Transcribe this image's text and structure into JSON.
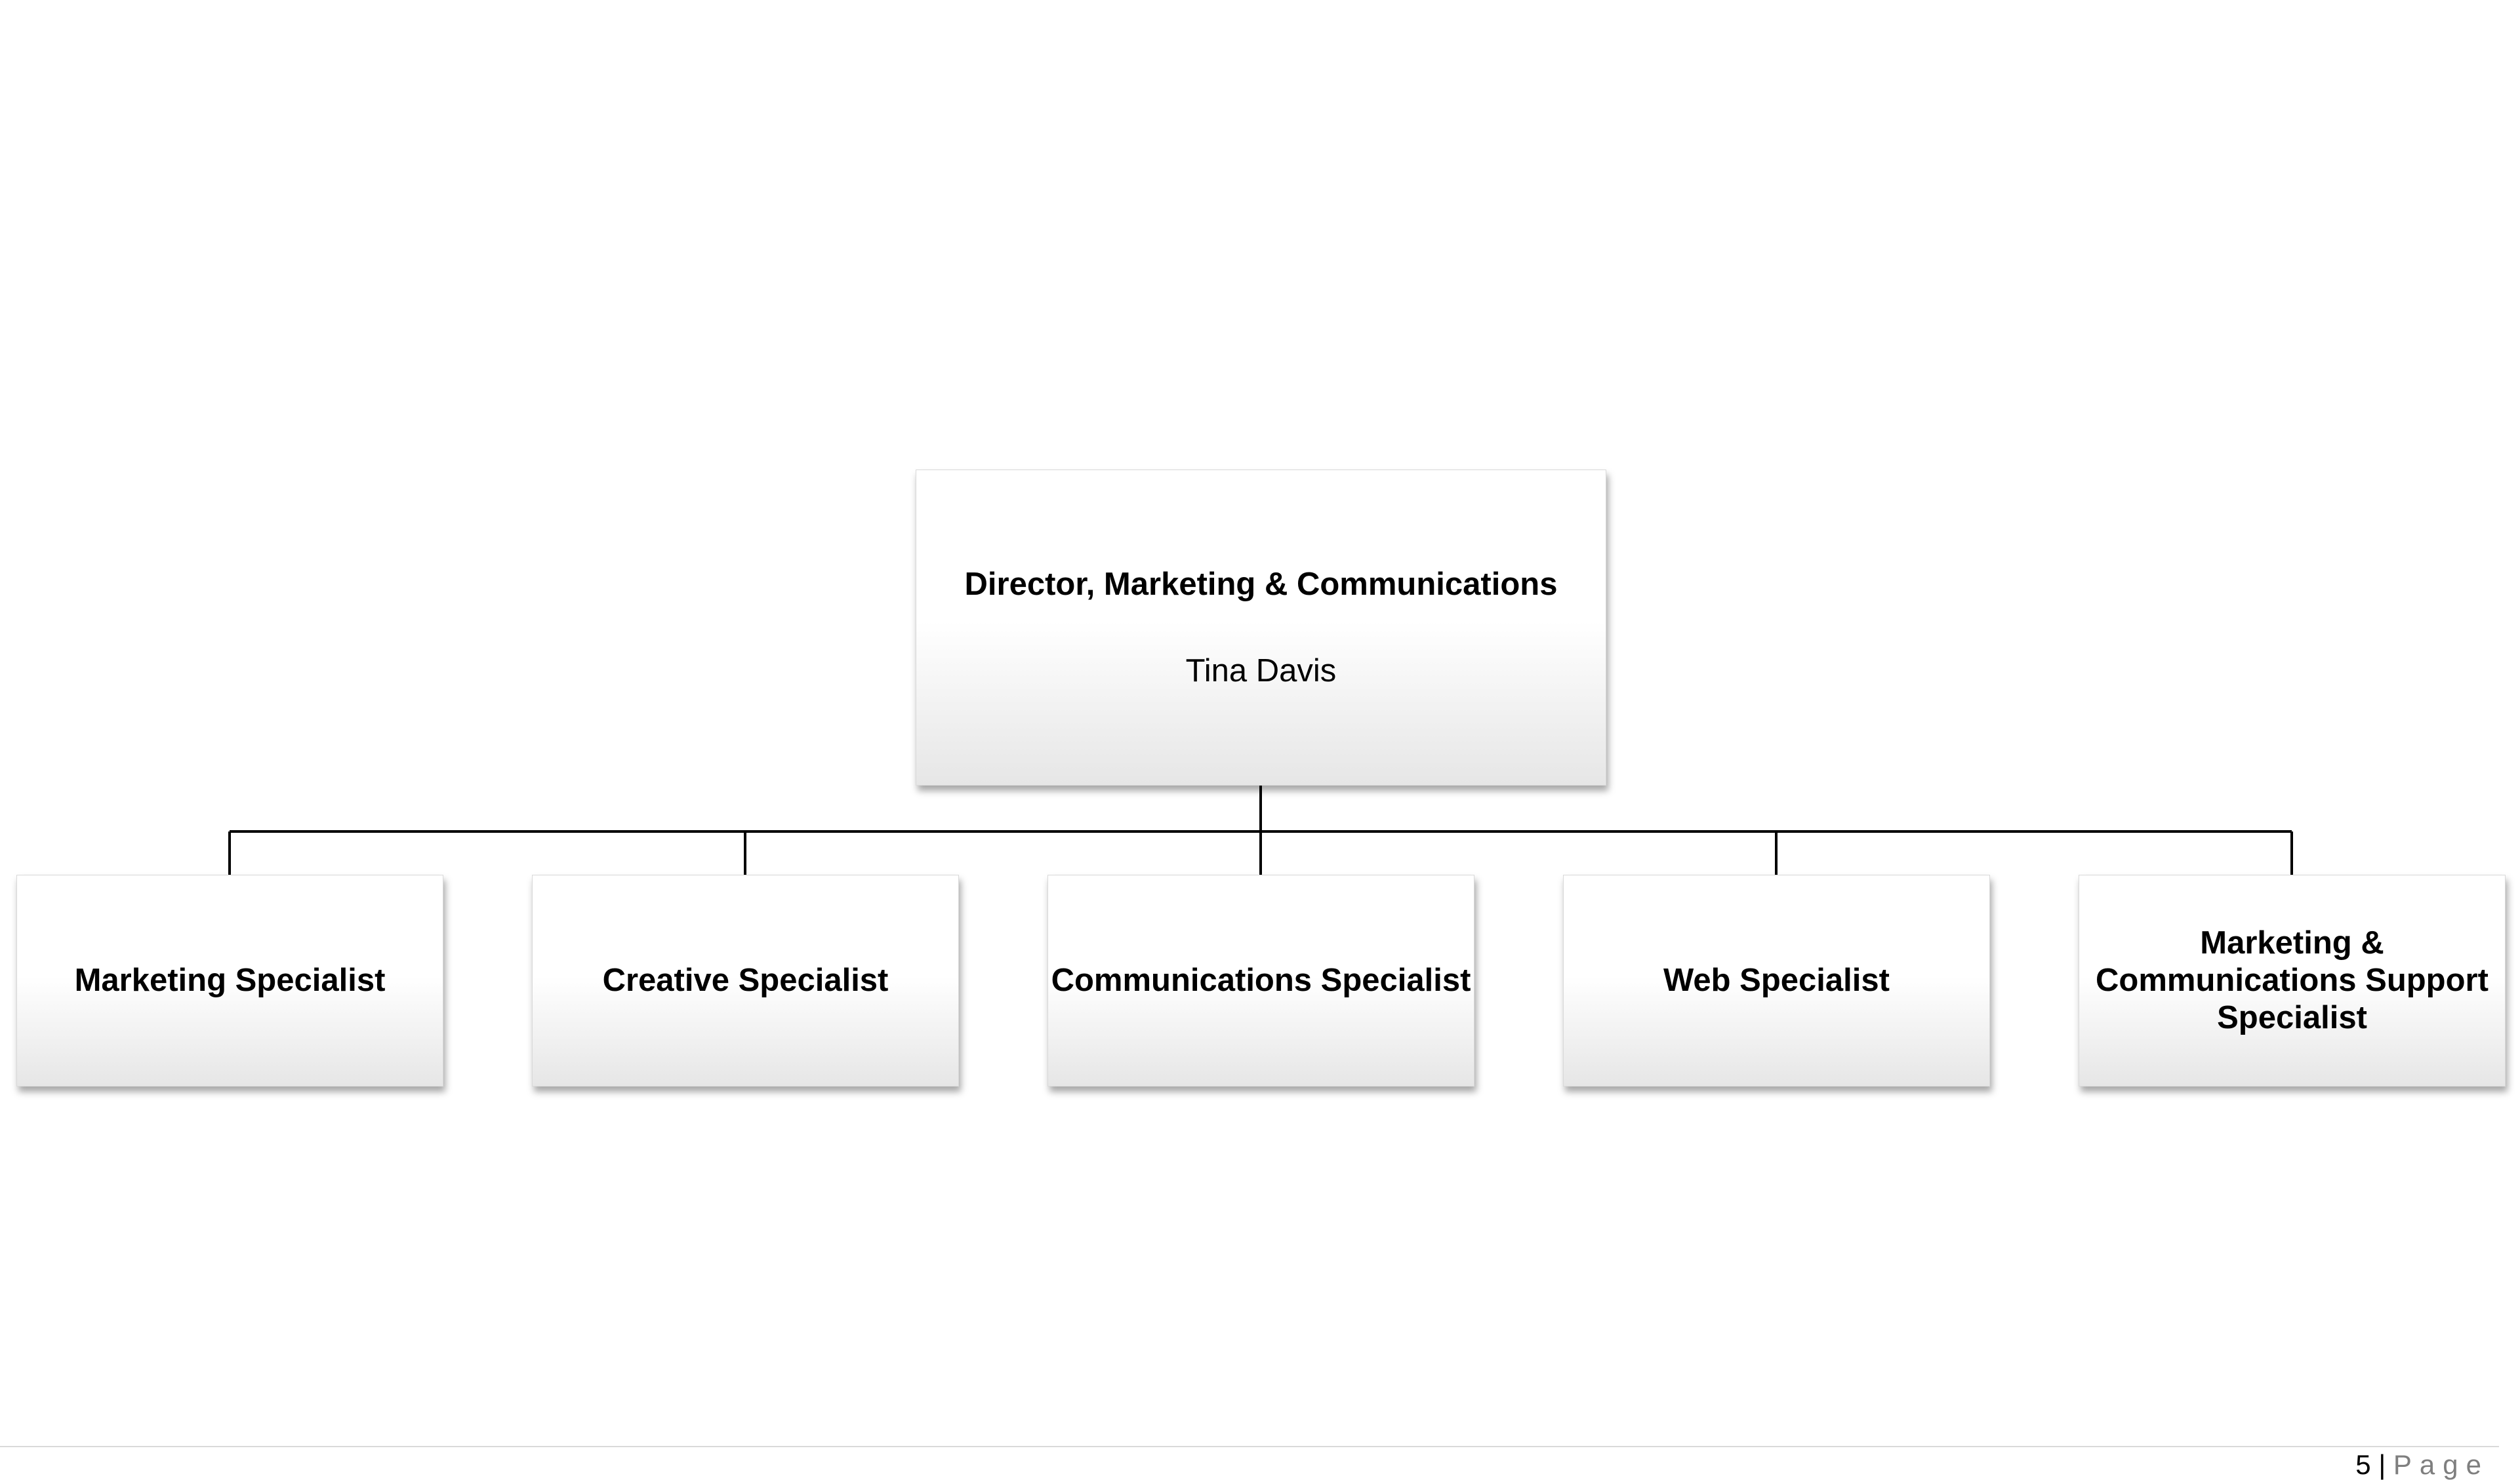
{
  "org_chart": {
    "top": {
      "title": "Director, Marketing & Communications",
      "name": "Tina Davis"
    },
    "children": [
      {
        "title": "Marketing Specialist"
      },
      {
        "title": "Creative Specialist"
      },
      {
        "title": "Communications Specialist"
      },
      {
        "title": "Web Specialist"
      },
      {
        "title": "Marketing & Communications Support Specialist"
      }
    ]
  },
  "footer": {
    "page_number": "5",
    "separator": "|",
    "page_label": "Page"
  }
}
